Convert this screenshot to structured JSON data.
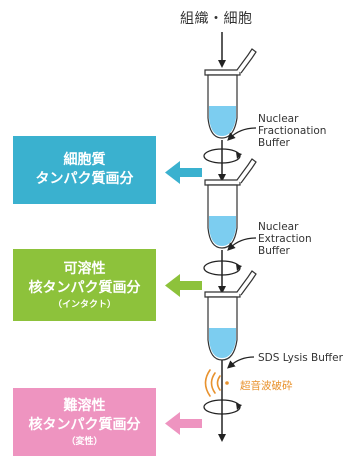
{
  "title": "組織・細胞",
  "buffers": {
    "nuclear_fractionation": [
      "Nuclear",
      "Fractionation",
      "Buffer"
    ],
    "nuclear_extraction": [
      "Nuclear",
      "Extraction",
      "Buffer"
    ],
    "sds_lysis": "SDS Lysis Buffer"
  },
  "sonication_label": "超音波破砕",
  "fractions": [
    {
      "line1": "細胞質",
      "line2": "タンパク質画分",
      "line3": "",
      "color": "#3ab1cf"
    },
    {
      "line1": "可溶性",
      "line2": "核タンパク質画分",
      "line3": "（インタクト）",
      "color": "#8dc23b"
    },
    {
      "line1": "難溶性",
      "line2": "核タンパク質画分",
      "line3": "（変性）",
      "color": "#ee94c0"
    }
  ],
  "colors": {
    "tube_liquid": "#7ccdf0",
    "tube_outline": "#333333",
    "sonication": "#e8922e"
  }
}
